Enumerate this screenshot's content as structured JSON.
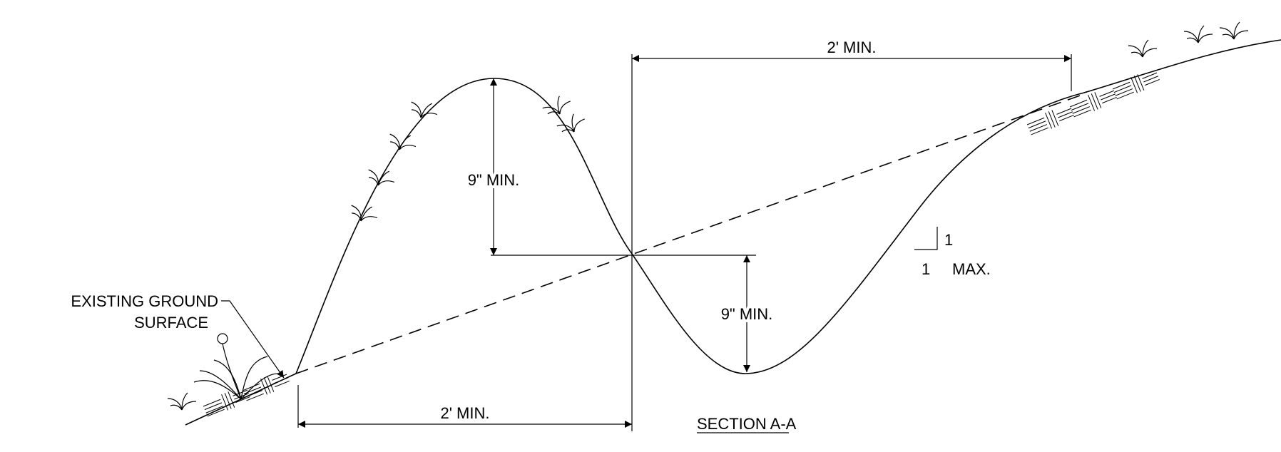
{
  "title": "SECTION A-A",
  "callout": {
    "line1": "EXISTING GROUND",
    "line2": "SURFACE"
  },
  "dimensions": {
    "top_width": "2' MIN.",
    "bottom_width": "2' MIN.",
    "berm_height": "9\" MIN.",
    "swale_depth": "9\" MIN."
  },
  "slope": {
    "rise": "1",
    "run": "1",
    "qualifier": "MAX."
  },
  "colors": {
    "ink": "#000000",
    "background": "#ffffff"
  },
  "icons": [
    "grass-tuft-icon",
    "dandelion-icon",
    "soil-hatch-icon",
    "arrowhead-icon"
  ]
}
